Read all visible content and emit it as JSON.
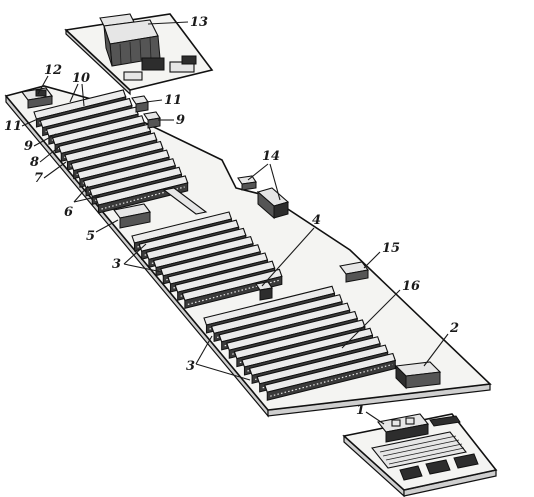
{
  "diagram": {
    "callouts": [
      {
        "id": "c13",
        "text": "13"
      },
      {
        "id": "c12",
        "text": "12"
      },
      {
        "id": "c10",
        "text": "10"
      },
      {
        "id": "c11a",
        "text": "11"
      },
      {
        "id": "c9a",
        "text": "9"
      },
      {
        "id": "c11b",
        "text": "11"
      },
      {
        "id": "c9b",
        "text": "9"
      },
      {
        "id": "c8",
        "text": "8"
      },
      {
        "id": "c7",
        "text": "7"
      },
      {
        "id": "c6",
        "text": "6"
      },
      {
        "id": "c14",
        "text": "14"
      },
      {
        "id": "c4",
        "text": "4"
      },
      {
        "id": "c5",
        "text": "5"
      },
      {
        "id": "c3a",
        "text": "3"
      },
      {
        "id": "c15",
        "text": "15"
      },
      {
        "id": "c16",
        "text": "16"
      },
      {
        "id": "c2",
        "text": "2"
      },
      {
        "id": "c3b",
        "text": "3"
      },
      {
        "id": "c1",
        "text": "1"
      }
    ]
  }
}
